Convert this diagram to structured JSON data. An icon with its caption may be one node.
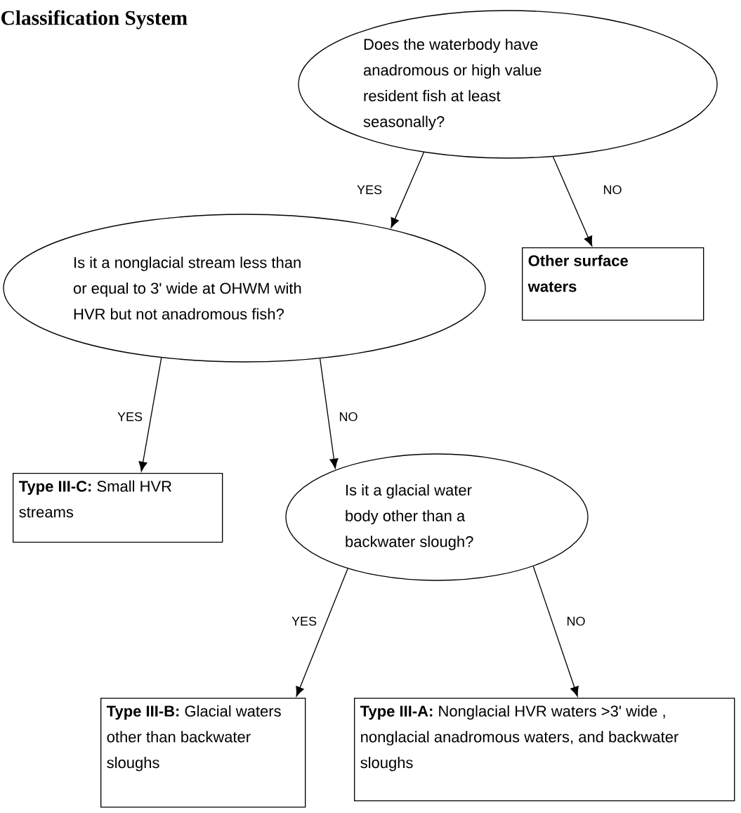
{
  "diagram": {
    "title": "Classification System",
    "nodes": [
      {
        "text": [
          "Does the waterbody have anadromous or high value resident fish at least seasonally?"
        ]
      },
      {
        "text": [
          "Other surface waters"
        ]
      },
      {
        "text": [
          "Is it a nonglacial stream less than or equal to 3' wide at OHWM with HVR but not anadromous fish?"
        ]
      },
      {
        "text": [
          "**Type III-C:**  Small HVR streams"
        ]
      },
      {
        "text": [
          "Is it a glacial water body other than a backwater slough?"
        ]
      },
      {
        "text": [
          "**Type III-B:**  Glacial waters other than backwater sloughs"
        ]
      },
      {
        "text": [
          "**Type III-A:**  Nonglacial HVR waters >3' wide , nonglacial anadromous waters, and backwater sloughs"
        ]
      }
    ],
    "edges": [
      {
        "from": 0,
        "to": 2,
        "arrow": "to",
        "label": "YES"
      },
      {
        "from": 0,
        "to": 1,
        "arrow": "to",
        "label": "NO"
      },
      {
        "from": 2,
        "to": 3,
        "arrow": "to",
        "label": "YES"
      },
      {
        "from": 2,
        "to": 4,
        "arrow": "to",
        "label": "NO"
      },
      {
        "from": 4,
        "to": 5,
        "arrow": "to",
        "label": "YES"
      },
      {
        "from": 4,
        "to": 6,
        "arrow": "to",
        "label": "NO"
      }
    ]
  }
}
